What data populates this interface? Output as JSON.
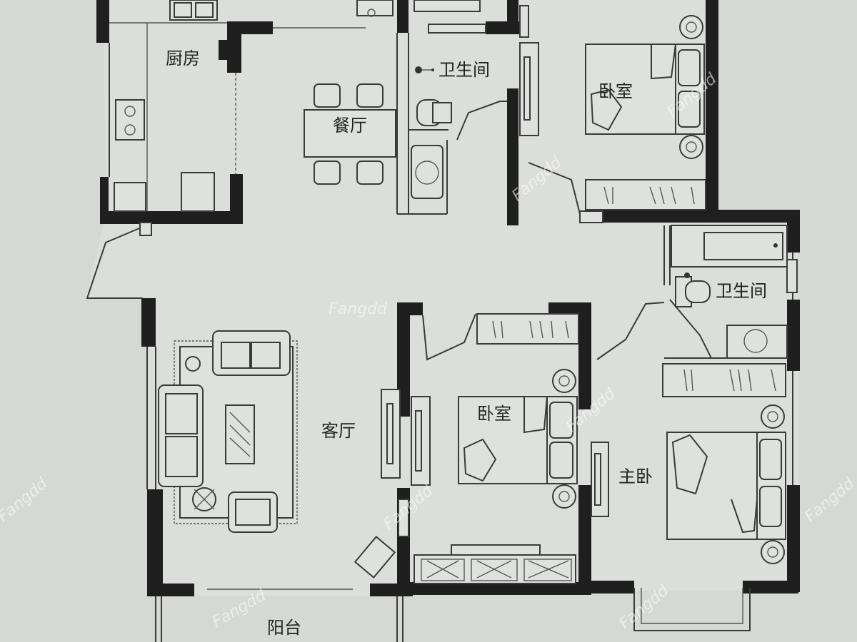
{
  "rooms": {
    "kitchen": "厨房",
    "dining": "餐厅",
    "bath_top": "卫生间",
    "bedroom_top": "卧室",
    "bath_right": "卫生间",
    "living": "客厅",
    "bedroom_mid": "卧室",
    "master": "主卧",
    "balcony": "阳台"
  },
  "watermark": "Fangdd"
}
